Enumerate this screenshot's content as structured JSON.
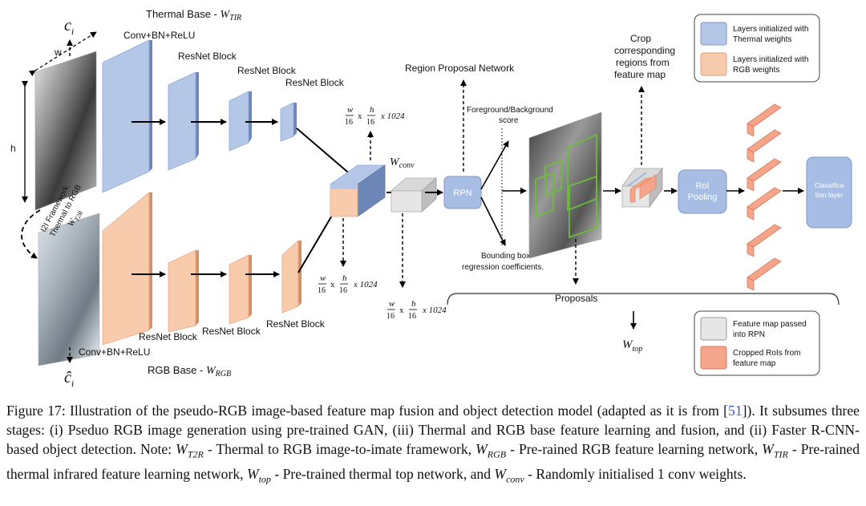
{
  "labels": {
    "thermal_base": "Thermal Base - ",
    "thermal_base_math": "W",
    "thermal_base_sub": "TIR",
    "rgb_base": "RGB Base - ",
    "rgb_base_math": "W",
    "rgb_base_sub": "RGB",
    "conv_top": "Conv+BN+ReLU",
    "conv_bottom": "Conv+BN+ReLU",
    "resnet": [
      "ResNet Block",
      "ResNet Block",
      "ResNet Block",
      "ResNet Block",
      "ResNet Block",
      "ResNet Block"
    ],
    "ci": "c",
    "ci_sub": "i",
    "ci_hat": "ĉ",
    "ci_hat_sub": "i",
    "w": "w",
    "h": "h",
    "i2i_lines": [
      "I2I Framework,",
      "Thermal to RGB"
    ],
    "i2i_math": "W",
    "i2i_sub": "T2R",
    "dim_w": "w",
    "dim_h": "h",
    "dim_16": "16",
    "dim_x": "x",
    "dim_rest": "x 1024",
    "wconv": "W",
    "wconv_sub": "conv",
    "rpn_title": "Region Proposal Network",
    "rpn": "RPN",
    "fg_bg": [
      "Foreground/Background",
      "score"
    ],
    "bbox": [
      "Bounding box",
      "regression coefficients."
    ],
    "crop": [
      "Crop",
      "corresponding",
      "regions from",
      "feature map"
    ],
    "roi": [
      "RoI",
      "Pooling"
    ],
    "cls": [
      "Classifica",
      "tion layer"
    ],
    "proposals": "Proposals",
    "wtop": "W",
    "wtop_sub": "top"
  },
  "legend_top": [
    {
      "text": [
        "Layers initialized with",
        "Thermal weights"
      ],
      "color": "#b4c7e7"
    },
    {
      "text": [
        "Layers initialized with",
        "RGB weights"
      ],
      "color": "#f8cbad"
    }
  ],
  "legend_bottom": [
    {
      "text": [
        "Feature map passed",
        "into RPN"
      ],
      "color": "#e7e6e6"
    },
    {
      "text": [
        "Cropped RoIs from",
        "feature map"
      ],
      "color": "#f4a58a"
    }
  ],
  "caption": {
    "p1": "Figure 17: Illustration of the pseudo-RGB image-based feature map fusion and object detection model (adapted as it is from [",
    "ref": "51",
    "p2": "]). It subsumes three stages: (i) Pseduo RGB image generation using pre-trained GAN, (iii) Thermal and RGB base feature learning and fusion, and (ii) Faster R-CNN-based object detection. Note: ",
    "m1": "W",
    "s1": "T2R",
    "p3": " - Thermal to RGB image-to-imate framework, ",
    "m2": "W",
    "s2": "RGB",
    "p4": " - Pre-rained RGB feature learning network, ",
    "m3": "W",
    "s3": "TIR",
    "p5": " - Pre-rained thermal infrared feature learning network, ",
    "m4": "W",
    "s4": "top",
    "p6": " - Pre-trained thermal top network, and ",
    "m5": "W",
    "s5": "conv",
    "p7": " - Randomly initialised 1 conv weights."
  },
  "colors": {
    "thermal_front": "#b4c7e7",
    "thermal_side": "#8faadc",
    "thermal_dark": "#6d86b8",
    "rgb_front": "#f8cbad",
    "rgb_side": "#e9a883",
    "rgb_dark": "#d38f66",
    "gray": "#e7e6e6",
    "salmon": "#f4a58a",
    "rpn_fill": "#a8bde3",
    "green": "#6dbb3c",
    "link": "#2b5bd7"
  }
}
